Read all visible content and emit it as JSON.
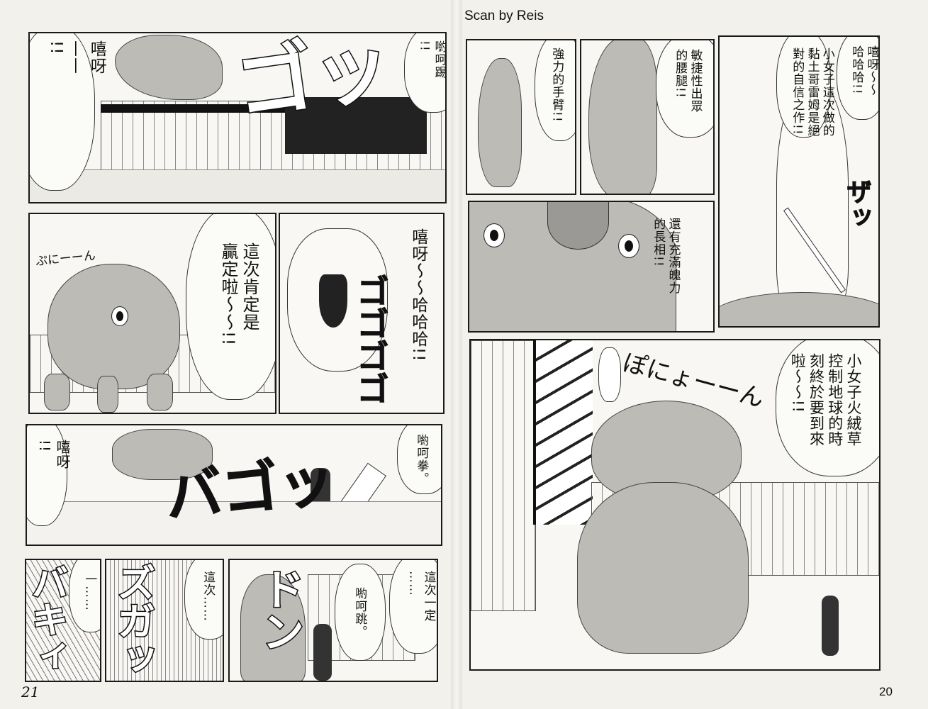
{
  "scan_credit": "Scan by Reis",
  "left_page": {
    "page_number": "21",
    "panels": [
      {
        "bubbles": [
          "嘻呀\n——\n!!",
          "喲呵踢\n!!"
        ],
        "sfx": [
          "ゴッ"
        ]
      },
      {
        "bubbles": [
          "這次肯定是\n贏定啦〜〜!!"
        ],
        "sfx": [
          "ぷにーーん"
        ]
      },
      {
        "bubbles": [
          "嘻呀〜〜哈哈哈!!"
        ],
        "sfx": [
          "ゴゴゴゴ"
        ]
      },
      {
        "bubbles": [
          "嘻呀\n!!",
          "喲呵拳。"
        ],
        "sfx": [
          "バゴッ"
        ]
      },
      {
        "bubbles": [
          "一……"
        ],
        "sfx": [
          "バキィ"
        ]
      },
      {
        "bubbles": [
          "這次……"
        ],
        "sfx": [
          "ズガッ"
        ]
      },
      {
        "bubbles": [
          "這次一定\n……",
          "喲呵跳。"
        ],
        "sfx": [
          "ドン"
        ]
      }
    ]
  },
  "right_page": {
    "page_number": "20",
    "panels": [
      {
        "bubbles": [
          "強力的手臂!!"
        ]
      },
      {
        "bubbles": [
          "敏捷性出眾\n的腰腿!!"
        ]
      },
      {
        "bubbles": [
          "嘻呀〜〜\n哈哈哈!!",
          "小女子這次做的\n黏土哥雷姆是絕\n對的自信之作!!"
        ],
        "sfx": [
          "ザッ"
        ]
      },
      {
        "bubbles": [
          "還有充滿魄力\n的長相!!"
        ]
      },
      {
        "bubbles": []
      },
      {
        "bubbles": [
          "小女子火絨草\n控制地球的時\n刻終於要到來\n啦〜〜!!"
        ],
        "sfx": [
          "ぽにょーーん"
        ]
      }
    ]
  }
}
